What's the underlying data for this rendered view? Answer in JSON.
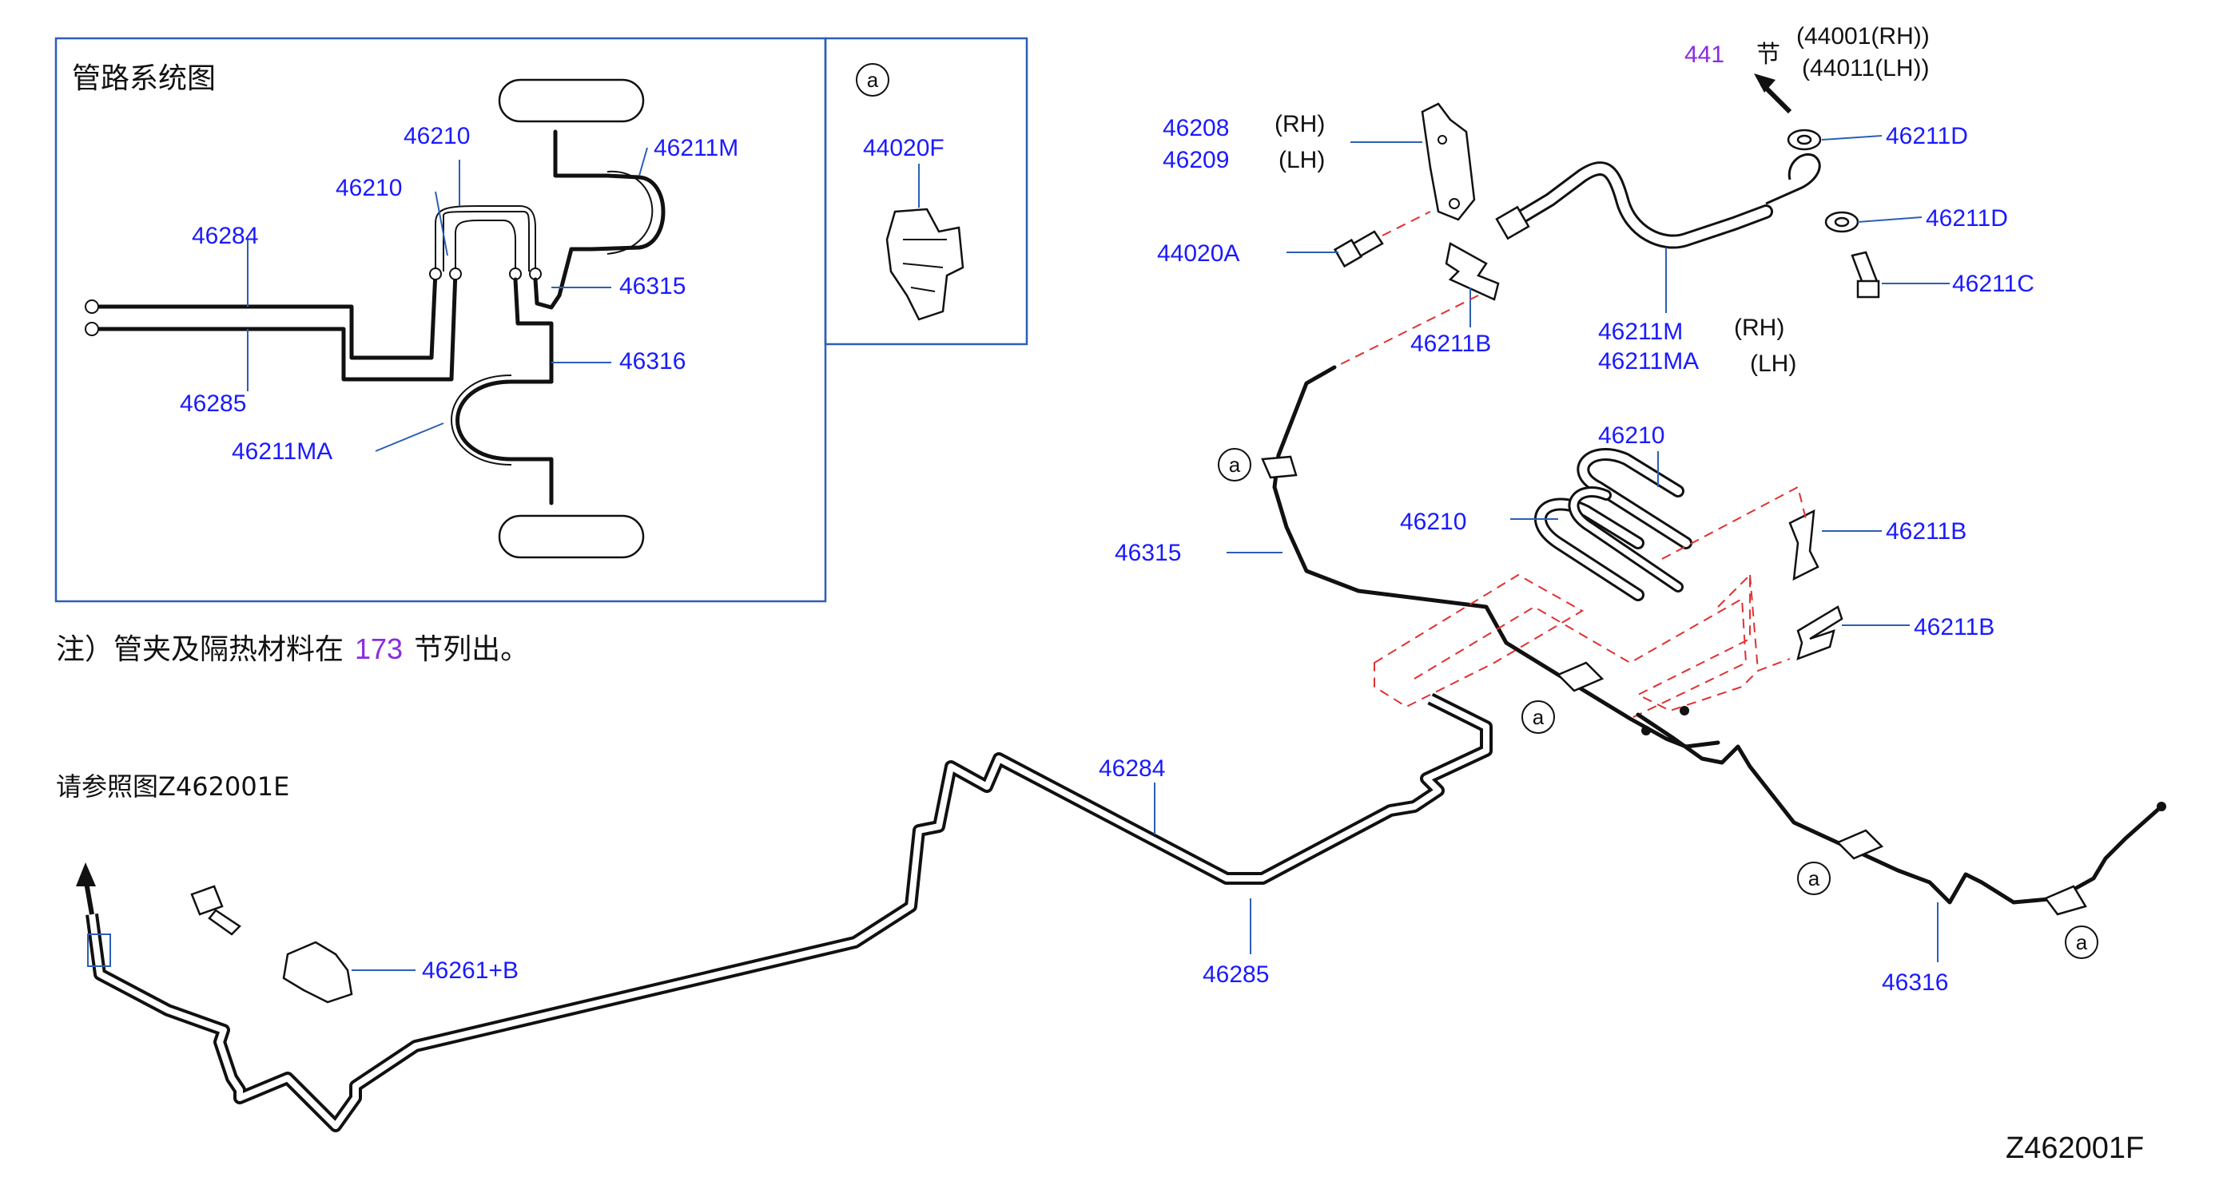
{
  "inset": {
    "title": "管路系统图",
    "labels": {
      "l46210a": "46210",
      "l46210b": "46210",
      "l46211m": "46211M",
      "l46284": "46284",
      "l46315": "46315",
      "l46316": "46316",
      "l46285": "46285",
      "l46211ma": "46211MA"
    }
  },
  "detail_a": {
    "marker": "a",
    "label": "44020F"
  },
  "note": {
    "prefix": "注）管夹及隔热材料在",
    "page": "173",
    "suffix": "节列出。"
  },
  "ref": "请参照图Z462001E",
  "top_right": {
    "section": "441",
    "section_unit": "节",
    "rh_part": "(44001(RH))",
    "lh_part": "(44011(LH))"
  },
  "labels": {
    "p46208": "46208",
    "p46209": "46209",
    "rh1": "(RH)",
    "lh1": "(LH)",
    "p44020a": "44020A",
    "p46211d1": "46211D",
    "p46211d2": "46211D",
    "p46211c": "46211C",
    "p46211b_top": "46211B",
    "p46211m": "46211M",
    "p46211ma": "46211MA",
    "rh2": "(RH)",
    "lh2": "(LH)",
    "p46210a": "46210",
    "p46210b": "46210",
    "p46211b_r1": "46211B",
    "p46211b_r2": "46211B",
    "p46315": "46315",
    "p46284": "46284",
    "p46285": "46285",
    "p46316": "46316",
    "p46261b": "46261+B"
  },
  "marker_a": "a",
  "diagram_code": "Z462001F"
}
